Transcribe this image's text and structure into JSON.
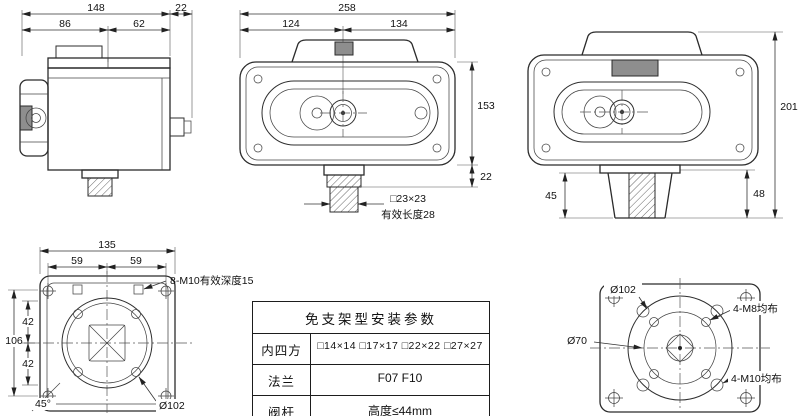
{
  "views": {
    "side_left": {
      "dim_total": "148",
      "dim_a": "86",
      "dim_b": "62",
      "dim_gland": "22"
    },
    "front": {
      "dim_total": "258",
      "dim_left": "124",
      "dim_right": "134",
      "dim_height": "153",
      "dim_collar": "22",
      "stem_square": "□23×23",
      "stem_note": "有效长度28"
    },
    "side_right": {
      "dim_height": "201",
      "dim_left": "45",
      "dim_right": "48"
    },
    "bottom": {
      "dim_width": "135",
      "dim_span_left": "59",
      "dim_span_right": "59",
      "dim_height": "106",
      "dim_span_top": "42",
      "dim_span_bottom": "42",
      "bolt_note": "8-M10有效深度15",
      "angle_note": "45°",
      "circle_note": "Ø102"
    },
    "flange": {
      "dia_outer": "Ø102",
      "dia_inner": "Ø70",
      "m8_note": "4-M8均布",
      "m10_note": "4-M10均布"
    }
  },
  "table": {
    "title": "免支架型安装参数",
    "rows": [
      {
        "label": "内四方",
        "value": "□14×14  □17×17  □22×22  □27×27"
      },
      {
        "label": "法兰",
        "value": "F07   F10"
      },
      {
        "label": "阀杆",
        "value": "高度≤44mm"
      }
    ]
  }
}
